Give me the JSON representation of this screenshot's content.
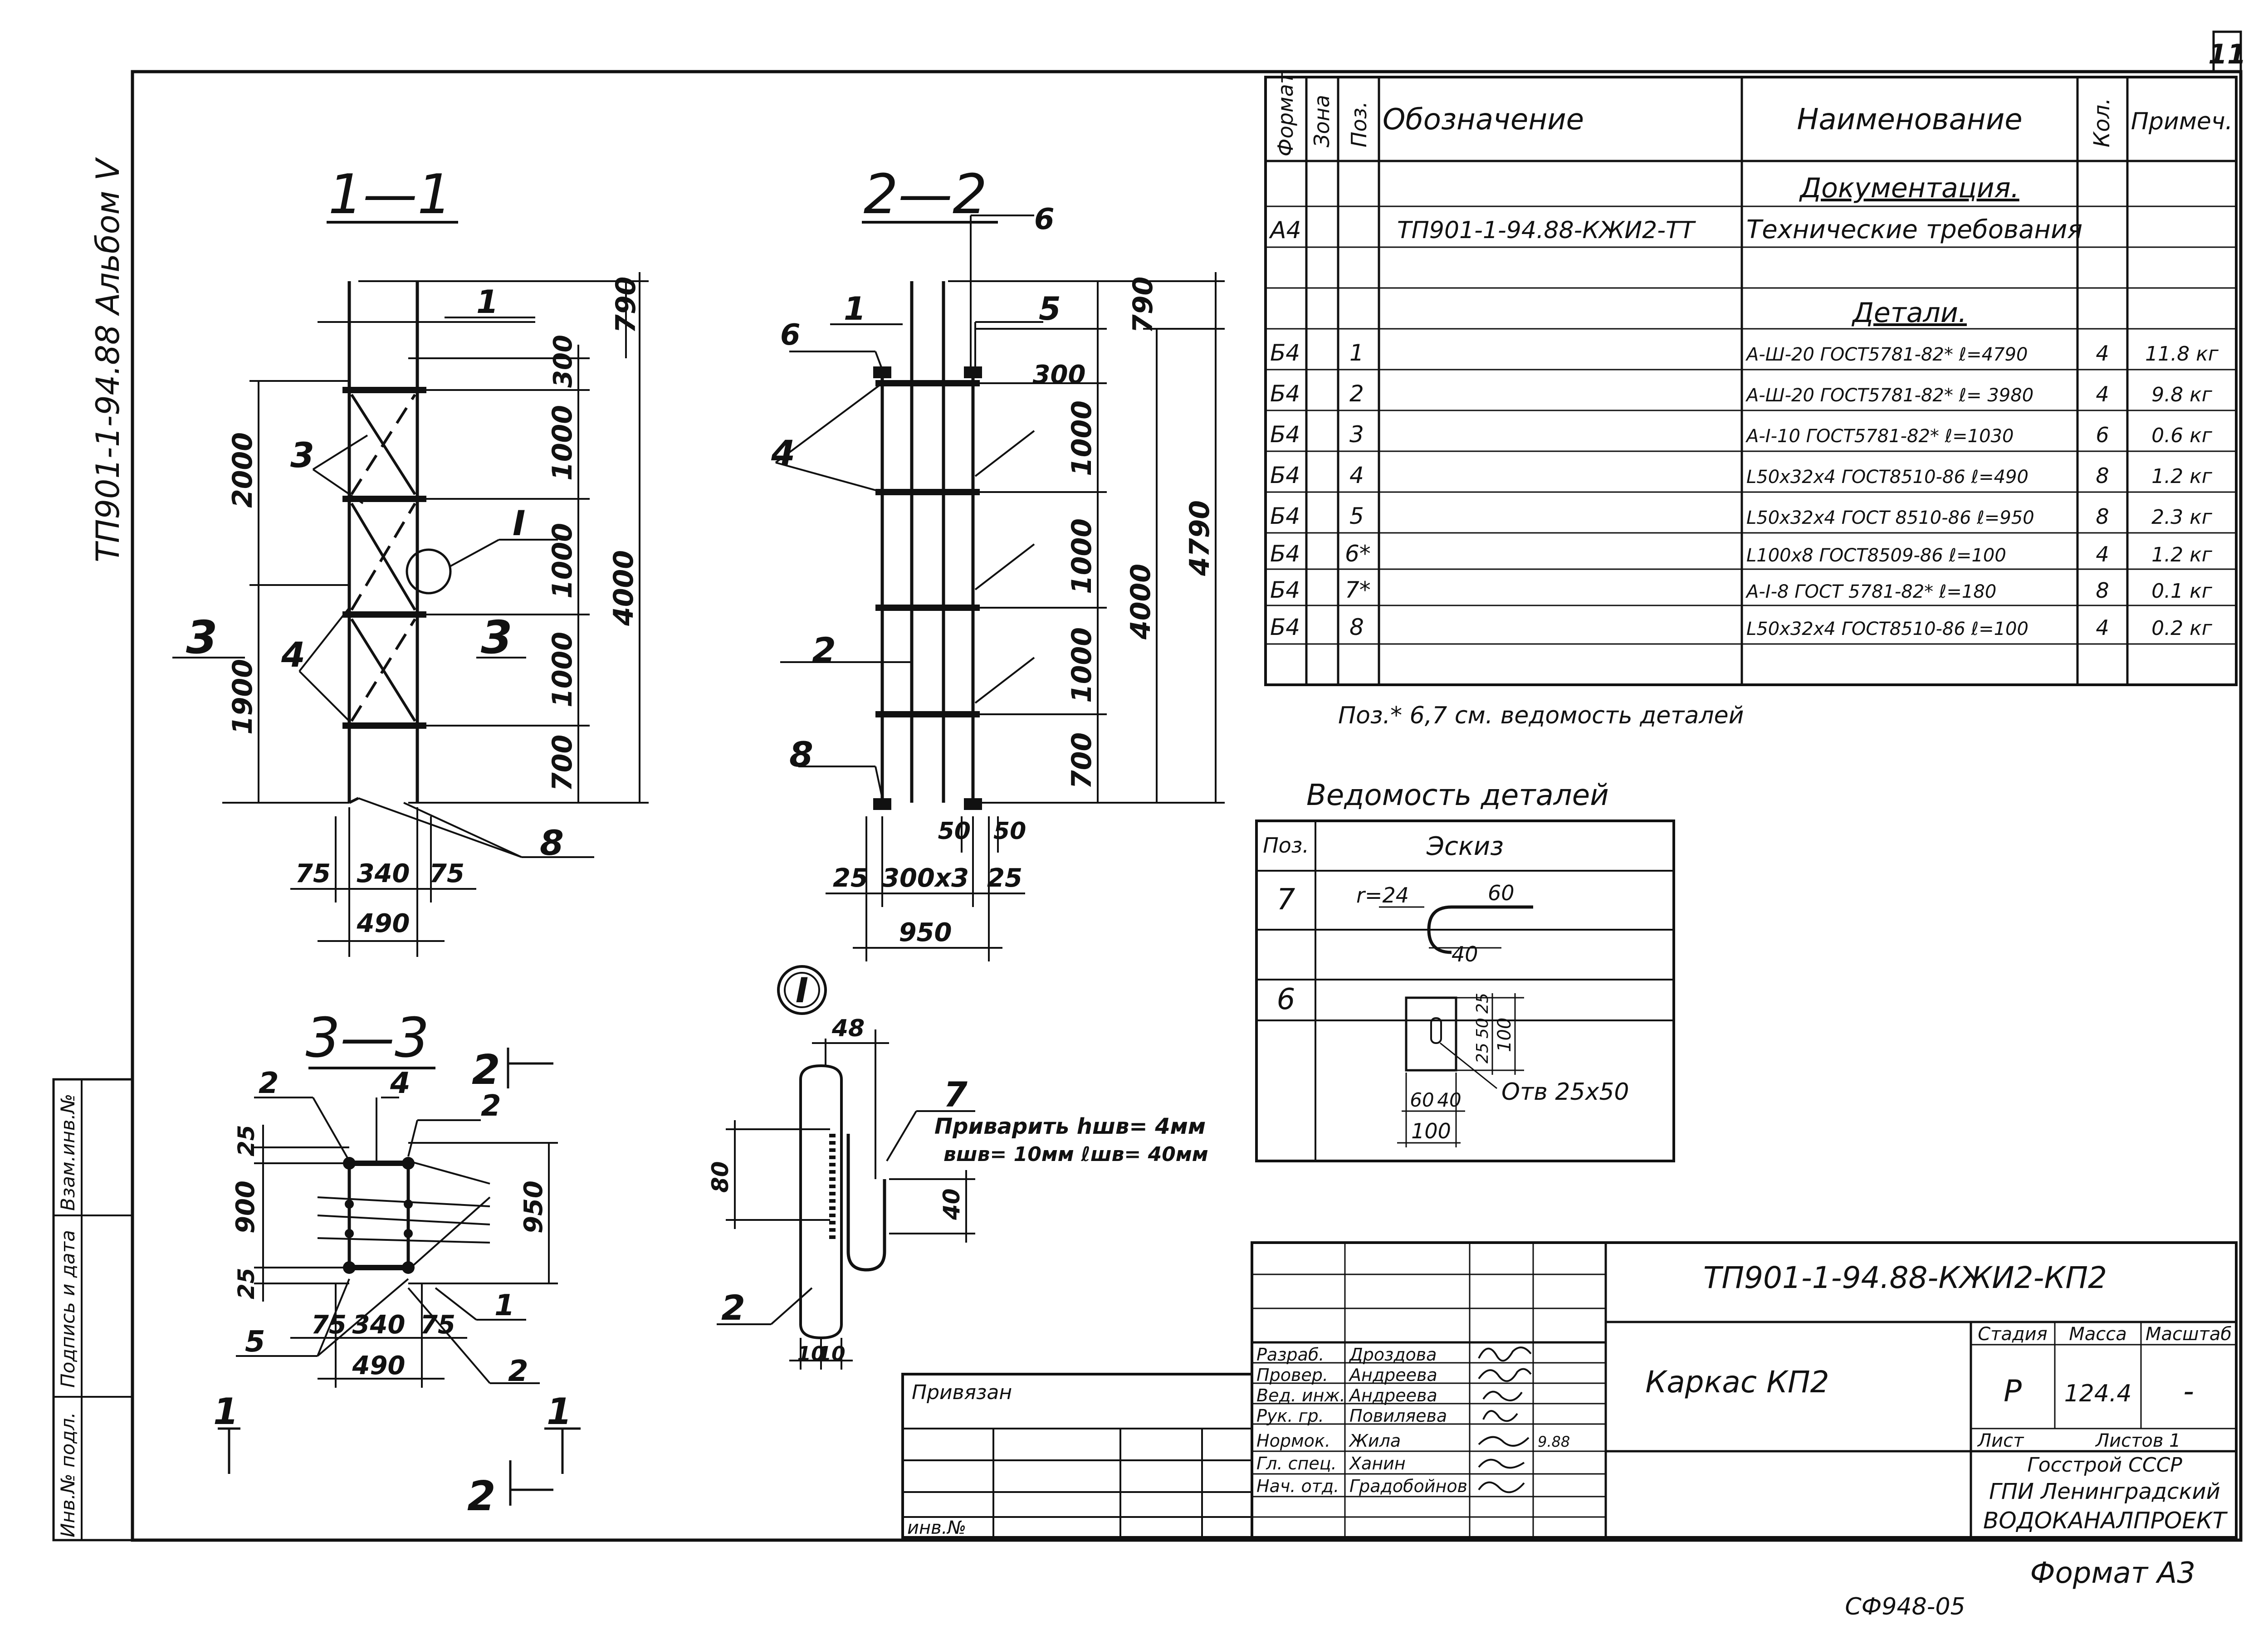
{
  "sheet_number": "11",
  "album_label": "ТП901-1-94.88 Альбом V",
  "bottom_code": "СФ948-05",
  "format_label": "Формат А3",
  "sections": {
    "s11": {
      "title": "1—1",
      "dims_right": [
        "790",
        "300",
        "1000",
        "1000",
        "1000",
        "700"
      ],
      "total_right": "4000",
      "dims_left": [
        "2000",
        "1900"
      ],
      "dims_bottom": [
        "75",
        "340",
        "75"
      ],
      "total_bottom": "490",
      "callouts": [
        "1",
        "3",
        "4",
        "8",
        "I"
      ],
      "cut_marks": [
        "3",
        "3"
      ]
    },
    "s22": {
      "title": "2—2",
      "dims_right": [
        "790",
        "300",
        "1000",
        "1000",
        "1000",
        "700"
      ],
      "total_right": "4000",
      "total_overall": "4790",
      "dims_bottom": [
        "25",
        "300x3",
        "25"
      ],
      "total_bottom": "950",
      "top_dims": [
        "50",
        "50"
      ],
      "callouts": [
        "1",
        "2",
        "4",
        "5",
        "6",
        "6",
        "8"
      ]
    },
    "s33": {
      "title": "3—3",
      "dims_left": [
        "25",
        "900",
        "25"
      ],
      "dim_right": "950",
      "dims_bottom": [
        "75",
        "340",
        "75"
      ],
      "total_bottom": "490",
      "callouts": [
        "2",
        "4",
        "2",
        "1",
        "5",
        "2"
      ],
      "cut_marks": [
        "2",
        "2",
        "1",
        "1"
      ]
    },
    "detail": {
      "marker": "I",
      "callouts": [
        "7",
        "2"
      ],
      "dims": [
        "48",
        "80",
        "40",
        "10",
        "10"
      ],
      "weld_note_1": "Приварить hшв= 4мм",
      "weld_note_2": "вшв= 10мм    ℓшв= 40мм"
    }
  },
  "spec_table": {
    "headers": [
      "Формат",
      "Зона",
      "Поз.",
      "Обозначение",
      "Наименование",
      "Кол.",
      "Примеч."
    ],
    "rows": [
      {
        "fmt": "",
        "zone": "",
        "pos": "",
        "des": "",
        "name": "Документация.",
        "qty": "",
        "note": ""
      },
      {
        "fmt": "А4",
        "zone": "",
        "pos": "",
        "des": "ТП901-1-94.88-КЖИ2-ТТ",
        "name": "Технические требования",
        "qty": "",
        "note": ""
      },
      {
        "fmt": "",
        "zone": "",
        "pos": "",
        "des": "",
        "name": "",
        "qty": "",
        "note": ""
      },
      {
        "fmt": "",
        "zone": "",
        "pos": "",
        "des": "",
        "name": "Детали.",
        "qty": "",
        "note": ""
      },
      {
        "fmt": "Б4",
        "zone": "",
        "pos": "1",
        "des": "",
        "name": "А-Ш-20 ГОСТ5781-82* ℓ=4790",
        "qty": "4",
        "note": "11.8 кг"
      },
      {
        "fmt": "Б4",
        "zone": "",
        "pos": "2",
        "des": "",
        "name": "А-Ш-20 ГОСТ5781-82* ℓ= 3980",
        "qty": "4",
        "note": "9.8 кг"
      },
      {
        "fmt": "Б4",
        "zone": "",
        "pos": "3",
        "des": "",
        "name": "А-I-10 ГОСТ5781-82* ℓ=1030",
        "qty": "6",
        "note": "0.6 кг"
      },
      {
        "fmt": "Б4",
        "zone": "",
        "pos": "4",
        "des": "",
        "name": "L50x32x4 ГОСТ8510-86 ℓ=490",
        "qty": "8",
        "note": "1.2 кг"
      },
      {
        "fmt": "Б4",
        "zone": "",
        "pos": "5",
        "des": "",
        "name": "L50x32x4 ГОСТ 8510-86 ℓ=950",
        "qty": "8",
        "note": "2.3 кг"
      },
      {
        "fmt": "Б4",
        "zone": "",
        "pos": "6*",
        "des": "",
        "name": "L100x8 ГОСТ8509-86 ℓ=100",
        "qty": "4",
        "note": "1.2 кг"
      },
      {
        "fmt": "Б4",
        "zone": "",
        "pos": "7*",
        "des": "",
        "name": "А-I-8 ГОСТ 5781-82* ℓ=180",
        "qty": "8",
        "note": "0.1 кг"
      },
      {
        "fmt": "Б4",
        "zone": "",
        "pos": "8",
        "des": "",
        "name": "L50x32x4 ГОСТ8510-86 ℓ=100",
        "qty": "4",
        "note": "0.2 кг"
      }
    ],
    "footnote": "Поз.* 6,7 см. ведомость деталей"
  },
  "details_table": {
    "title": "Ведомость деталей",
    "headers": [
      "Поз.",
      "Эскиз"
    ],
    "rows": [
      {
        "pos": "7",
        "dims": [
          "r=24",
          "60",
          "40"
        ]
      },
      {
        "pos": "6",
        "dims": [
          "25",
          "50",
          "25",
          "100",
          "60",
          "40",
          "100"
        ],
        "hole": "Отв 25x50"
      }
    ]
  },
  "left_stamp": [
    "Взам.инв.№",
    "Подпись и дата",
    "Инв.№ подл."
  ],
  "privyazan": {
    "label": "Привязан",
    "inv": "инв.№"
  },
  "title_block": {
    "code": "ТП901-1-94.88-КЖИ2-КП2",
    "name": "Каркас КП2",
    "roles": [
      {
        "role": "Разраб.",
        "person": "Дроздова"
      },
      {
        "role": "Провер.",
        "person": "Андреева"
      },
      {
        "role": "Вед. инж.",
        "person": "Андреева"
      },
      {
        "role": "Рук. гр.",
        "person": "Повиляева"
      },
      {
        "role": "Нормок.",
        "person": "Жила"
      },
      {
        "role": "Гл. спец.",
        "person": "Ханин"
      },
      {
        "role": "Нач. отд.",
        "person": "Градобойнов"
      }
    ],
    "sign_date": "9.88",
    "stage_header": "Стадия",
    "mass_header": "Масса",
    "scale_header": "Масштаб",
    "stage": "Р",
    "mass": "124.4",
    "scale": "-",
    "sheet_label": "Лист",
    "sheets_label": "Листов 1",
    "org1": "Госстрой СССР",
    "org2": "ГПИ Ленинградский",
    "org3": "ВОДОКАНАЛПРОЕКТ"
  }
}
